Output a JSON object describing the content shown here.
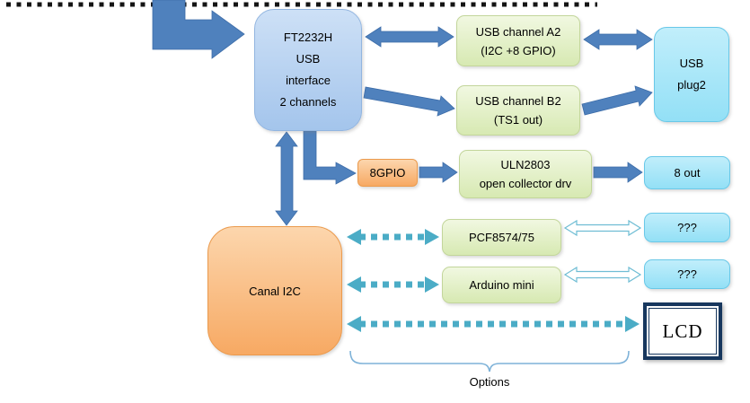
{
  "diagram": {
    "nodes": {
      "ft2232h": {
        "lines": [
          "FT2232H",
          "USB",
          "interface",
          "2 channels"
        ]
      },
      "usb_channel_a2": {
        "lines": [
          "USB channel A2",
          "(I2C +8 GPIO)"
        ]
      },
      "usb_plug2": {
        "lines": [
          "USB",
          "plug2"
        ]
      },
      "usb_channel_b2": {
        "lines": [
          "USB channel B2",
          "(TS1 out)"
        ]
      },
      "gpio8": {
        "label": "8GPIO"
      },
      "uln2803": {
        "lines": [
          "ULN2803",
          "open collector drv"
        ]
      },
      "out8": {
        "label": "8 out"
      },
      "canal_i2c": {
        "label": "Canal I2C"
      },
      "pcf8574_75": {
        "label": "PCF8574/75"
      },
      "arduino_mini": {
        "label": "Arduino mini"
      },
      "unknown_a": {
        "label": "???"
      },
      "unknown_b": {
        "label": "???"
      },
      "lcd": {
        "label": "LCD"
      }
    },
    "annotations": {
      "options": "Options"
    },
    "colors": {
      "arrow_blue": "#4f81bd",
      "dashed_teal": "#4bacc6",
      "outline_arrow": "#6fbdd4",
      "node_blue_fill": "#b7d2f0",
      "node_green_fill": "#e2efc4",
      "node_cyan_fill": "#a5e6f8",
      "node_orange_fill": "#fac090",
      "lcd_border": "#17375e",
      "dotted_line": "#141414"
    }
  }
}
